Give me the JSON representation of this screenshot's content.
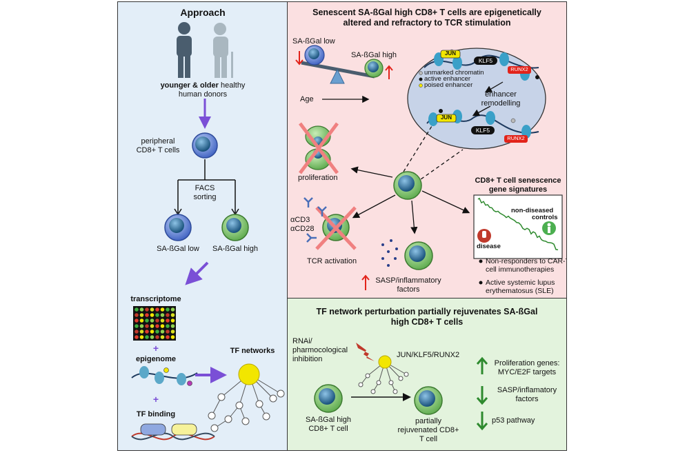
{
  "approach": {
    "title": "Approach",
    "donors_bold": "younger & older",
    "donors_rest": " healthy",
    "donors_line2": "human donors",
    "pbmc_line1": "peripheral",
    "pbmc_line2": "CD8+ T cells",
    "facs_line1": "FACS",
    "facs_line2": "sorting",
    "low_label": "SA-ßGal low",
    "high_label": "SA-ßGal high",
    "transcriptome": "transcriptome",
    "epigenome": "epigenome",
    "tf_binding": "TF binding",
    "tf_networks": "TF networks",
    "plus": "+"
  },
  "senescent": {
    "title_line1": "Senescent SA-ßGal high CD8+ T cells are epigenetically",
    "title_line2": "altered and refractory to TCR stimulation",
    "low_label": "SA-ßGal low",
    "high_label": "SA-ßGal high",
    "age_label": "Age",
    "legend_unmarked": "unmarked chromatin",
    "legend_active": "active enhancer",
    "legend_poised": "poised enhancer",
    "remodelling_line1": "enhancer",
    "remodelling_line2": "remodelling",
    "jun": "JUN",
    "klf5": "KLF5",
    "runx2": "RUNX2",
    "proliferation": "proliferation",
    "acd3": "αCD3",
    "acd28": "αCD28",
    "tcr_activation": "TCR activation",
    "sasp_line1": "SASP/inflammatory",
    "sasp_line2": "factors",
    "signatures_line1": "CD8+ T cell senescence",
    "signatures_line2": "gene signatures",
    "nondiseased_line1": "non-diseased",
    "nondiseased_line2": "controls",
    "disease": "disease",
    "bullet1_line1": "Non-responders to CAR-T",
    "bullet1_line2": "cell immunotherapies",
    "bullet2_line1": "Active systemic lupus",
    "bullet2_line2": "erythematosus (SLE)"
  },
  "rejuvenation": {
    "title_line1": "TF network perturbation partially rejuvenates SA-ßGal",
    "title_line2": "high CD8+ T cells",
    "rnai_line1": "RNAi/",
    "rnai_line2": "pharmocological",
    "rnai_line3": "inhibition",
    "tfs": "JUN/KLF5/RUNX2",
    "start_line1": "SA-ßGal high",
    "start_line2": "CD8+ T cell",
    "end_line1": "partially",
    "end_line2": "rejuvenated CD8+",
    "end_line3": "T cell",
    "prolif_line1": "Proliferation genes:",
    "prolif_line2": "MYC/E2F targets",
    "sasp_line1": "SASP/inflamatory",
    "sasp_line2": "factors",
    "p53": "p53 pathway"
  },
  "colors": {
    "left_bg": "#e3eef8",
    "top_right_bg": "#fbe0e1",
    "bottom_right_bg": "#e3f3dd",
    "arrow_purple": "#7a4fd6",
    "cell_green": "#8ccc7a",
    "cell_blue": "#6b8fd9",
    "nucleus": "#1e5e8c",
    "tf_yellow": "#f2e600",
    "up_arrow_red": "#e2231a",
    "trend_green": "#2e8a2e"
  }
}
